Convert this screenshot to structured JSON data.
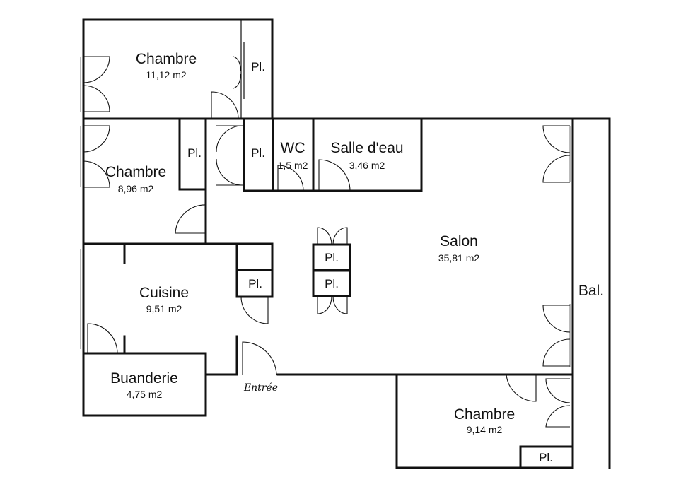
{
  "rooms": {
    "chambre1": {
      "name": "Chambre",
      "area": "11,12 m2"
    },
    "chambre2": {
      "name": "Chambre",
      "area": "8,96 m2"
    },
    "wc": {
      "name": "WC",
      "area": "1,5 m2"
    },
    "salle_eau": {
      "name": "Salle d'eau",
      "area": "3,46 m2"
    },
    "salon": {
      "name": "Salon",
      "area": "35,81 m2"
    },
    "cuisine": {
      "name": "Cuisine",
      "area": "9,51 m2"
    },
    "buanderie": {
      "name": "Buanderie",
      "area": "4,75 m2"
    },
    "chambre3": {
      "name": "Chambre",
      "area": "9,14 m2"
    },
    "balcon": {
      "name": "Bal."
    }
  },
  "closets": {
    "pl_chambre1": "Pl.",
    "pl_chambre2": "Pl.",
    "pl_hall": "Pl.",
    "pl_cuisine": "Pl.",
    "pl_salon_top": "Pl.",
    "pl_salon_bottom": "Pl.",
    "pl_chambre3": "Pl."
  },
  "entrance_label": "Entrée"
}
